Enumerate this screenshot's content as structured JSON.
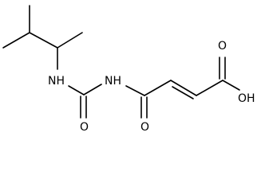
{
  "molecule": {
    "atom_labels": {
      "nh_left": "NH",
      "nh_right": "NH",
      "o_urea": "O",
      "o_amide": "O",
      "o_acid": "O",
      "oh_acid": "OH"
    }
  },
  "colors": {
    "bond": "#000000",
    "text": "#000000",
    "background": "#ffffff"
  }
}
